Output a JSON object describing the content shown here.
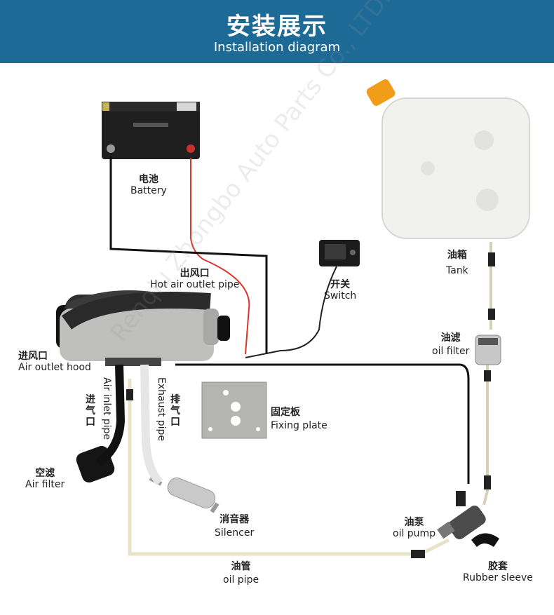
{
  "header": {
    "title": "安装展示",
    "subtitle": "Installation diagram"
  },
  "labels": {
    "battery": {
      "zh": "电池",
      "en": "Battery"
    },
    "hot_air": {
      "zh": "出风口",
      "en": "Hot air outlet pipe"
    },
    "switch": {
      "zh": "开关",
      "en": "Switch"
    },
    "tank": {
      "zh": "油箱",
      "en": "Tank"
    },
    "oil_filter": {
      "zh": "油滤",
      "en": "oil filter"
    },
    "air_outlet_hood": {
      "zh": "进风口",
      "en": "Air outlet hood"
    },
    "air_inlet_pipe": {
      "zh": "进气口",
      "en": "Air inlet pipe"
    },
    "exhaust_pipe": {
      "zh": "排气口",
      "en": "Exhaust pipe"
    },
    "fixing_plate": {
      "zh": "固定板",
      "en": "Fixing plate"
    },
    "air_filter": {
      "zh": "空滤",
      "en": "Air filter"
    },
    "silencer": {
      "zh": "消音器",
      "en": "Silencer"
    },
    "oil_pump": {
      "zh": "油泵",
      "en": "oil pump"
    },
    "oil_pipe": {
      "zh": "油管",
      "en": "oil pipe"
    },
    "rubber_sleeve": {
      "zh": "胶套",
      "en": "Rubber sleeve"
    }
  },
  "watermark": "Renqiu Zhongbo Auto Parts Co., LTD.",
  "colors": {
    "header_bg": "#1e6a96",
    "wire_red": "#d9362b",
    "wire_black": "#111111",
    "pipe": "#f3efe2"
  }
}
